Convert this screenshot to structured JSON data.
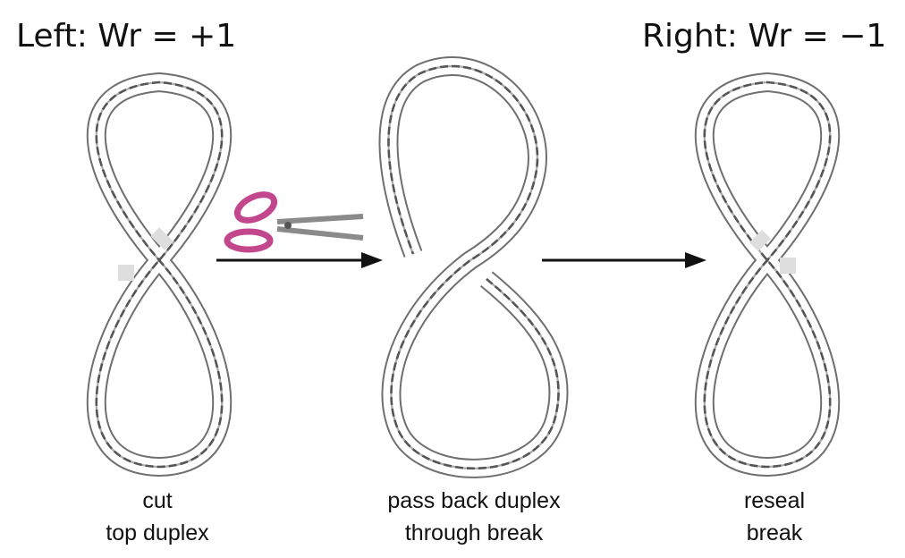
{
  "header": {
    "left_label": "Left: Wr = +1",
    "right_label": "Right: Wr = −1"
  },
  "steps": [
    {
      "line1": "cut",
      "line2": "top duplex"
    },
    {
      "line1": "pass back duplex",
      "line2": "through break"
    },
    {
      "line1": "reseal",
      "line2": "break"
    }
  ],
  "icons": {
    "tool": "scissors-icon",
    "arrow": "right-arrow-icon"
  },
  "colors": {
    "scissor_handle": "#c2478d",
    "tube_outline": "#6f6f6f",
    "strand_dark": "#555555",
    "strand_light": "#aaaaaa",
    "arrow": "#111111"
  }
}
